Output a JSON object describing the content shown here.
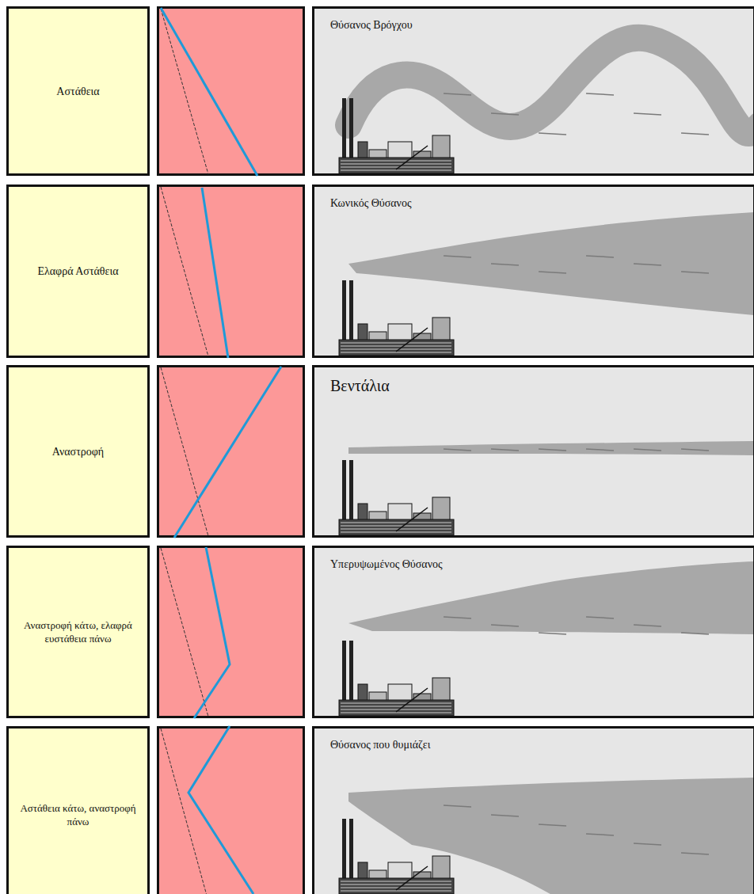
{
  "diagram": {
    "nodes": [
      {
        "text": [
          "Αστάθεια"
        ]
      },
      {
        "text": [
          "Θύσανος Βρόγχου"
        ]
      },
      {
        "text": [
          "Ελαφρά Αστάθεια"
        ]
      },
      {
        "text": [
          "Κωνικός Θύσανος"
        ]
      },
      {
        "text": [
          "Αναστροφή"
        ]
      },
      {
        "text": [
          "Βεντάλια"
        ]
      },
      {
        "text": [
          "Αναστροφή κάτω, ελαφρά ευστάθεια πάνω"
        ]
      },
      {
        "text": [
          "Υπερυψωμένος Θύσανος"
        ]
      },
      {
        "text": [
          "Αστάθεια κάτω, αναστροφή πάνω"
        ]
      },
      {
        "text": [
          "Θύσανος που θυμιάζει"
        ]
      }
    ]
  }
}
